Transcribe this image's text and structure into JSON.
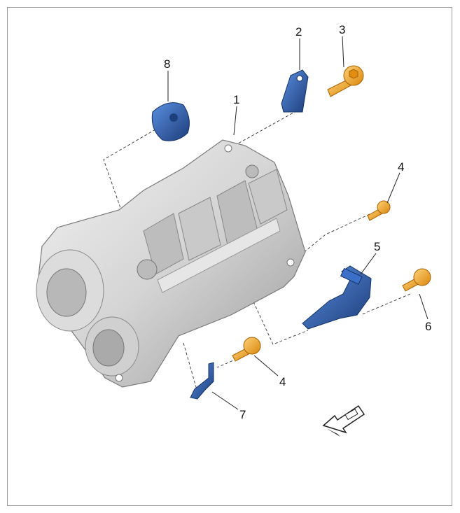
{
  "callouts": {
    "c1": "1",
    "c2": "2",
    "c3": "3",
    "c4a": "4",
    "c4b": "4",
    "c5": "5",
    "c6": "6",
    "c7": "7",
    "c8": "8"
  },
  "colors": {
    "part_blue": "#2f63b8",
    "part_blue_dark": "#1d3f7e",
    "bolt_orange": "#f2a01c",
    "bolt_orange_dark": "#b86d00",
    "cover_grey": "#d9d9d9",
    "cover_dark": "#8a8a8a"
  },
  "icons": {
    "direction": "vehicle-direction-arrow-icon"
  }
}
